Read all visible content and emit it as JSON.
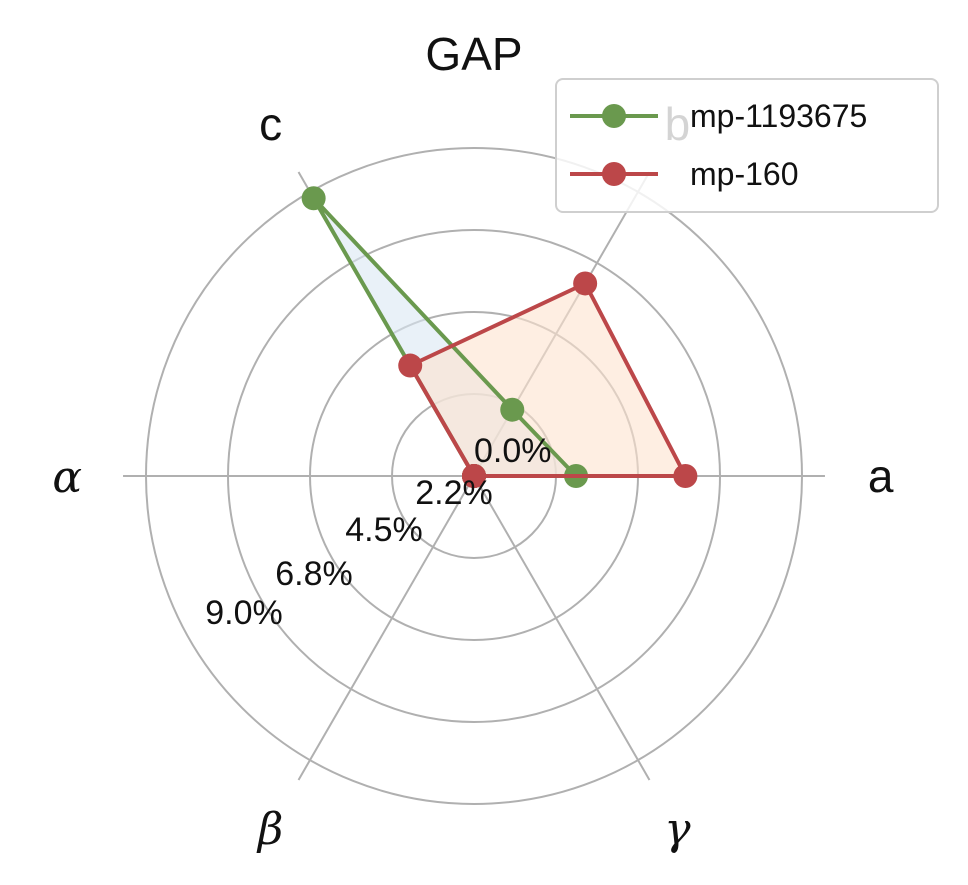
{
  "chart_data": {
    "type": "radar",
    "title": "GAP",
    "axes": [
      "a",
      "b",
      "c",
      "α",
      "β",
      "γ"
    ],
    "radial_tick_labels": [
      "0.0%",
      "2.2%",
      "4.5%",
      "6.8%",
      "9.0%"
    ],
    "radial_ticks": [
      0,
      2.25,
      4.5,
      6.75,
      9.0
    ],
    "rlim": [
      0,
      9.0
    ],
    "grid": true,
    "legend_position": "top-right",
    "series": [
      {
        "name": "mp-1193675",
        "color": "#6a994e",
        "fill": "#dbe8f4",
        "values": [
          2.8,
          2.1,
          8.8,
          0,
          0,
          0
        ]
      },
      {
        "name": "mp-160",
        "color": "#bc4749",
        "fill": "#fde3cf",
        "values": [
          5.8,
          6.1,
          3.5,
          0,
          0,
          0
        ]
      }
    ]
  }
}
